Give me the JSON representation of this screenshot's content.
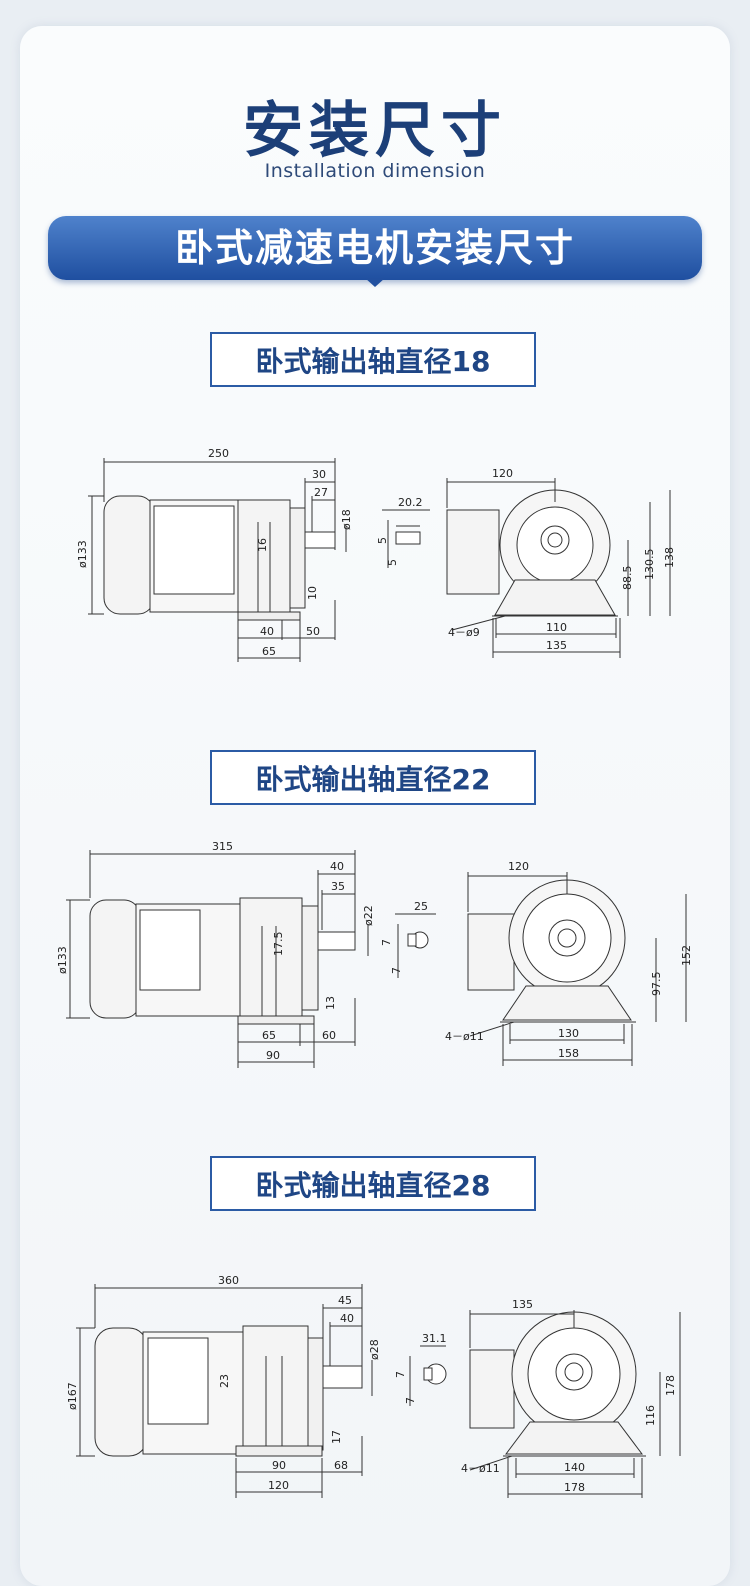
{
  "header": {
    "title": "安装尺寸",
    "subtitle": "Installation dimension",
    "banner": "卧式减速电机安装尺寸"
  },
  "sections": [
    {
      "label": "卧式输出轴直径18",
      "dims": {
        "length": "250",
        "shaft_total": "30",
        "shaft_key": "27",
        "shaft_dia": "ø18",
        "motor_dia": "ø133",
        "center_offset": "16",
        "foot_h": "10",
        "foot_a": "40",
        "foot_b": "50",
        "foot_c": "65",
        "key_w": "20.2",
        "key_5a": "5",
        "key_5b": "5",
        "width": "120",
        "shaft_h": "88.5",
        "height_a": "130.5",
        "height_b": "138",
        "holes": "4－ø9",
        "hole_span": "110",
        "base_w": "135"
      }
    },
    {
      "label": "卧式输出轴直径22",
      "dims": {
        "length": "315",
        "shaft_total": "40",
        "shaft_key": "35",
        "shaft_dia": "ø22",
        "motor_dia": "ø133",
        "center_offset": "17.5",
        "foot_h": "13",
        "foot_a": "65",
        "foot_b": "60",
        "foot_c": "90",
        "key_w": "25",
        "key_7a": "7",
        "key_7b": "7",
        "width": "120",
        "shaft_h": "97.5",
        "height": "152",
        "holes": "4－ø11",
        "hole_span": "130",
        "base_w": "158"
      }
    },
    {
      "label": "卧式输出轴直径28",
      "dims": {
        "length": "360",
        "shaft_total": "45",
        "shaft_key": "40",
        "shaft_dia": "ø28",
        "motor_dia": "ø167",
        "center_offset": "23",
        "foot_h": "17",
        "foot_a": "90",
        "foot_b": "68",
        "foot_c": "120",
        "key_w": "31.1",
        "key_7a": "7",
        "key_7b": "7",
        "width": "135",
        "shaft_h": "116",
        "height": "178",
        "holes": "4－ø11",
        "hole_span": "140",
        "base_w": "178"
      }
    }
  ]
}
